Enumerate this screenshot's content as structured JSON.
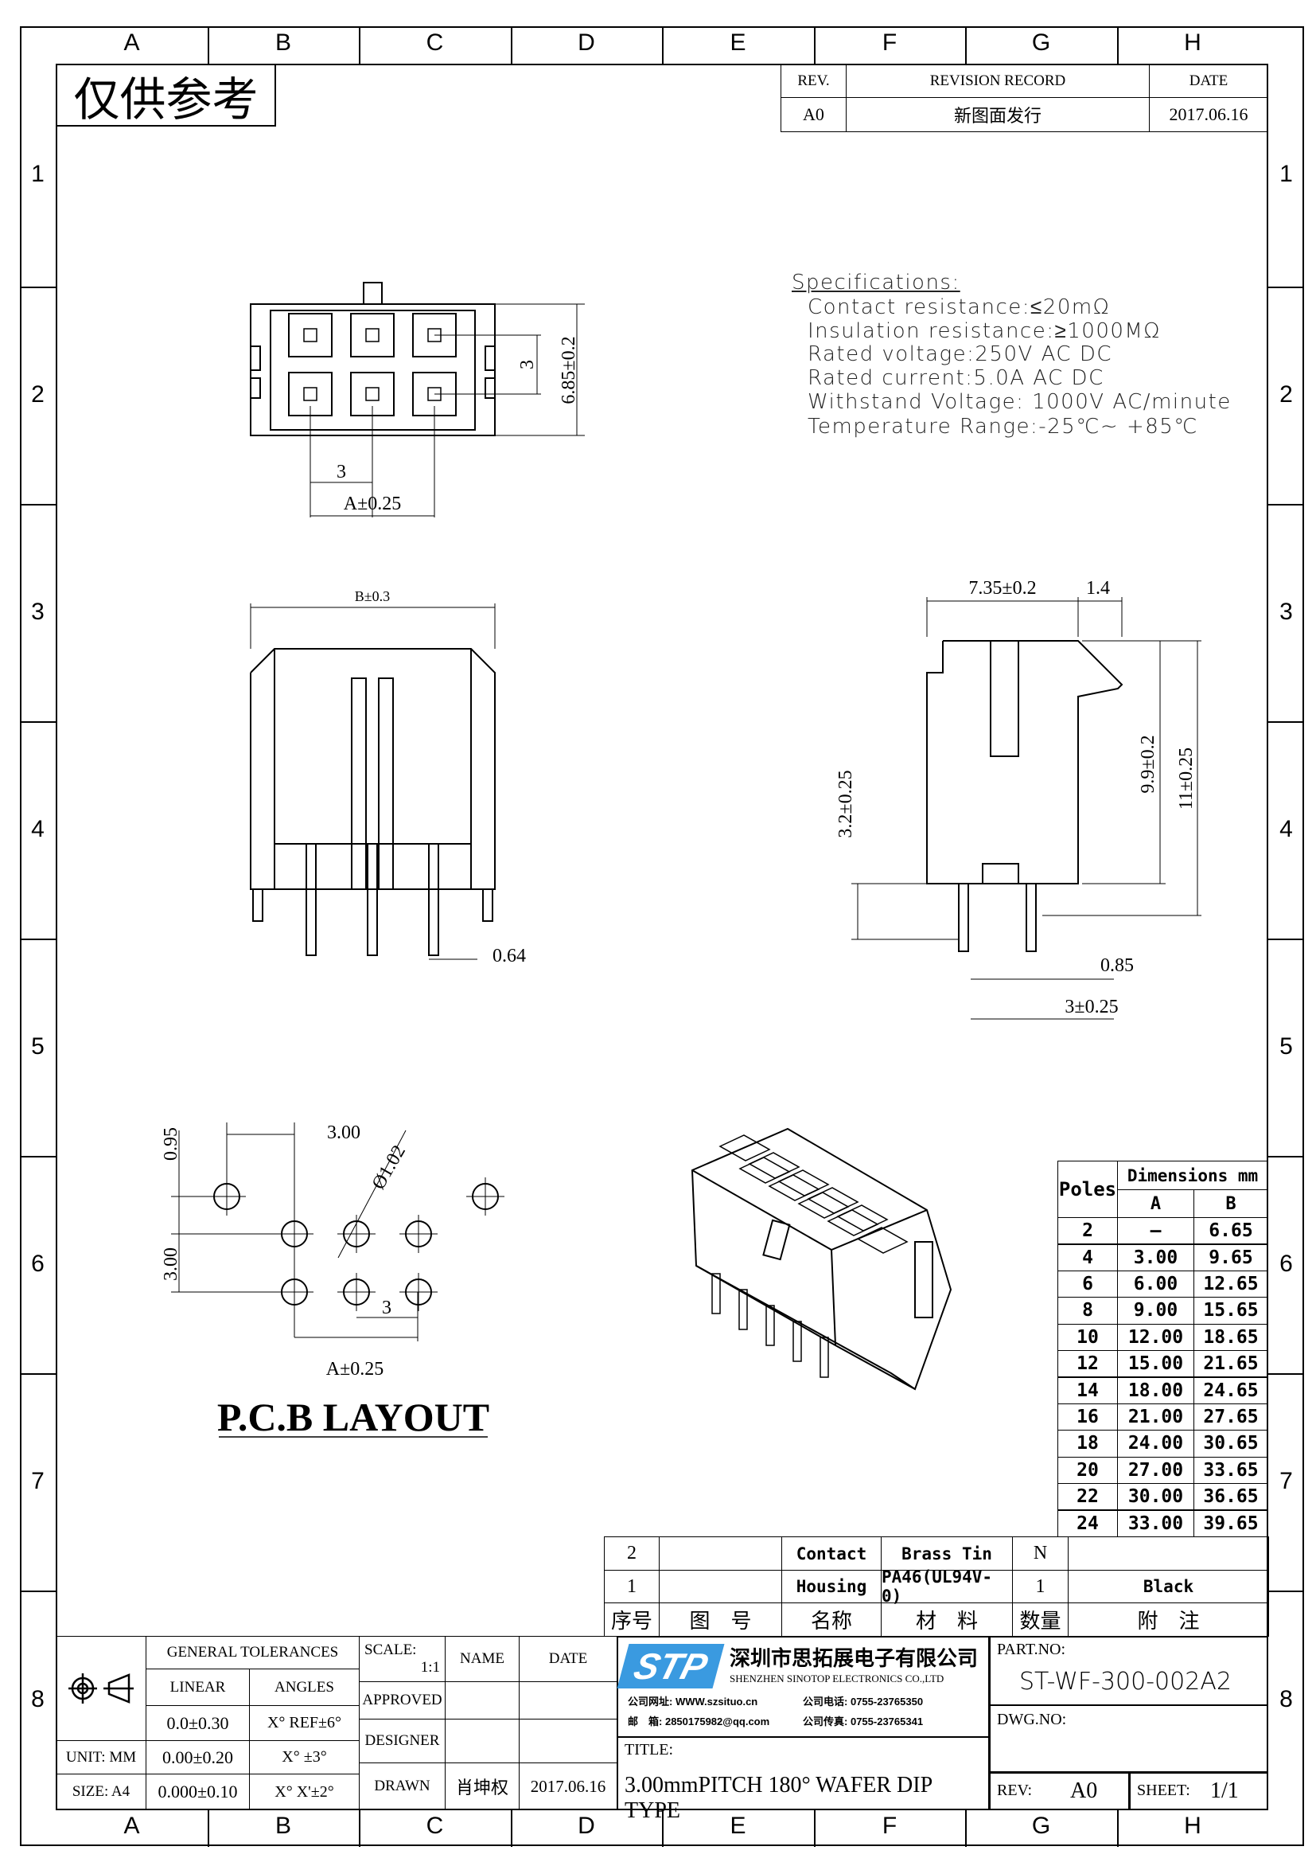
{
  "frame": {
    "columns": [
      "A",
      "B",
      "C",
      "D",
      "E",
      "F",
      "G",
      "H"
    ],
    "rows": [
      "1",
      "2",
      "3",
      "4",
      "5",
      "6",
      "7",
      "8"
    ]
  },
  "stamp": "仅供参考",
  "revision": {
    "headers": [
      "REV.",
      "REVISION RECORD",
      "DATE"
    ],
    "rows": [
      {
        "rev": "A0",
        "record": "新图面发行",
        "date": "2017.06.16"
      }
    ]
  },
  "specs": {
    "title": "Specifications:",
    "lines": [
      "Contact resistance:≤20mΩ",
      "Insulation resistance:≥1000MΩ",
      "Rated voltage:250V AC DC",
      "Rated current:5.0A AC DC",
      "Withstand Voltage: 1000V AC/minute",
      "Temperature Range:-25℃~ +85℃"
    ]
  },
  "dims": {
    "top_pitch": "3",
    "top_height": "6.85±0.2",
    "top_row": "3",
    "top_a": "A±0.25",
    "front_b": "B±0.3",
    "front_pin": "0.64",
    "side_depth": "7.35±0.2",
    "side_1_4": "1.4",
    "side_9_9": "9.9±0.2",
    "side_11": "11±0.25",
    "side_3_2": "3.2±0.25",
    "side_0_85": "0.85",
    "side_3": "3±0.25",
    "pcb_0_95": "0.95",
    "pcb_3_00_h": "3.00",
    "pcb_dia": "Ø1.02",
    "pcb_3_00_v": "3.00",
    "pcb_3": "3",
    "pcb_a": "A±0.25",
    "pcb_title": "P.C.B LAYOUT"
  },
  "dim_table": {
    "h_poles": "Poles",
    "h_dims": "Dimensions mm",
    "h_a": "A",
    "h_b": "B",
    "rows": [
      [
        "2",
        "—",
        "6.65"
      ],
      [
        "4",
        "3.00",
        "9.65"
      ],
      [
        "6",
        "6.00",
        "12.65"
      ],
      [
        "8",
        "9.00",
        "15.65"
      ],
      [
        "10",
        "12.00",
        "18.65"
      ],
      [
        "12",
        "15.00",
        "21.65"
      ],
      [
        "14",
        "18.00",
        "24.65"
      ],
      [
        "16",
        "21.00",
        "27.65"
      ],
      [
        "18",
        "24.00",
        "30.65"
      ],
      [
        "20",
        "27.00",
        "33.65"
      ],
      [
        "22",
        "30.00",
        "36.65"
      ],
      [
        "24",
        "33.00",
        "39.65"
      ]
    ]
  },
  "bom": {
    "rows": [
      [
        "2",
        "",
        "Contact",
        "Brass Tin",
        "N",
        ""
      ],
      [
        "1",
        "",
        "Housing",
        "PA46(UL94V-0)",
        "1",
        "Black"
      ]
    ],
    "headers": [
      "序号",
      "图　号",
      "名称",
      "材　料",
      "数量",
      "附　注"
    ]
  },
  "title_block": {
    "gen_tol": "GENERAL TOLERANCES",
    "linear": "LINEAR",
    "angles": "ANGLES",
    "tol_rows": [
      [
        "",
        "0.0±0.30",
        "X° REF±6°"
      ],
      [
        "UNIT: MM",
        "0.00±0.20",
        "X° ±3°"
      ],
      [
        "SIZE: A4",
        "0.000±0.10",
        "X° X'±2°"
      ]
    ],
    "scale_label": "SCALE:",
    "scale": "1:1",
    "name": "NAME",
    "date": "DATE",
    "approved": "APPROVED",
    "designer": "DESIGNER",
    "drawn": "DRAWN",
    "drawn_name": "肖坤权",
    "drawn_date": "2017.06.16",
    "company_cn": "深圳市思拓展电子有限公司",
    "company_en": "SHENZHEN SINOTOP ELECTRONICS CO.,LTD",
    "web_label": "公司网址:",
    "web": "WWW.szsituo.cn",
    "tel_label": "公司电话:",
    "tel": "0755-23765350",
    "mail_label": "邮　箱:",
    "mail": "2850175982@qq.com",
    "fax_label": "公司传真:",
    "fax": "0755-23765341",
    "logo": "STP",
    "title_label": "TITLE:",
    "title": "3.00mmPITCH 180° WAFER DIP TYPE",
    "part_label": "PART.NO:",
    "part": "ST-WF-300-002A2",
    "dwg_label": "DWG.NO:",
    "rev_label": "REV:",
    "rev": "A0",
    "sheet_label": "SHEET:",
    "sheet": "1/1"
  },
  "colors": {
    "logo": "#3a9ae0",
    "line": "#000000"
  }
}
